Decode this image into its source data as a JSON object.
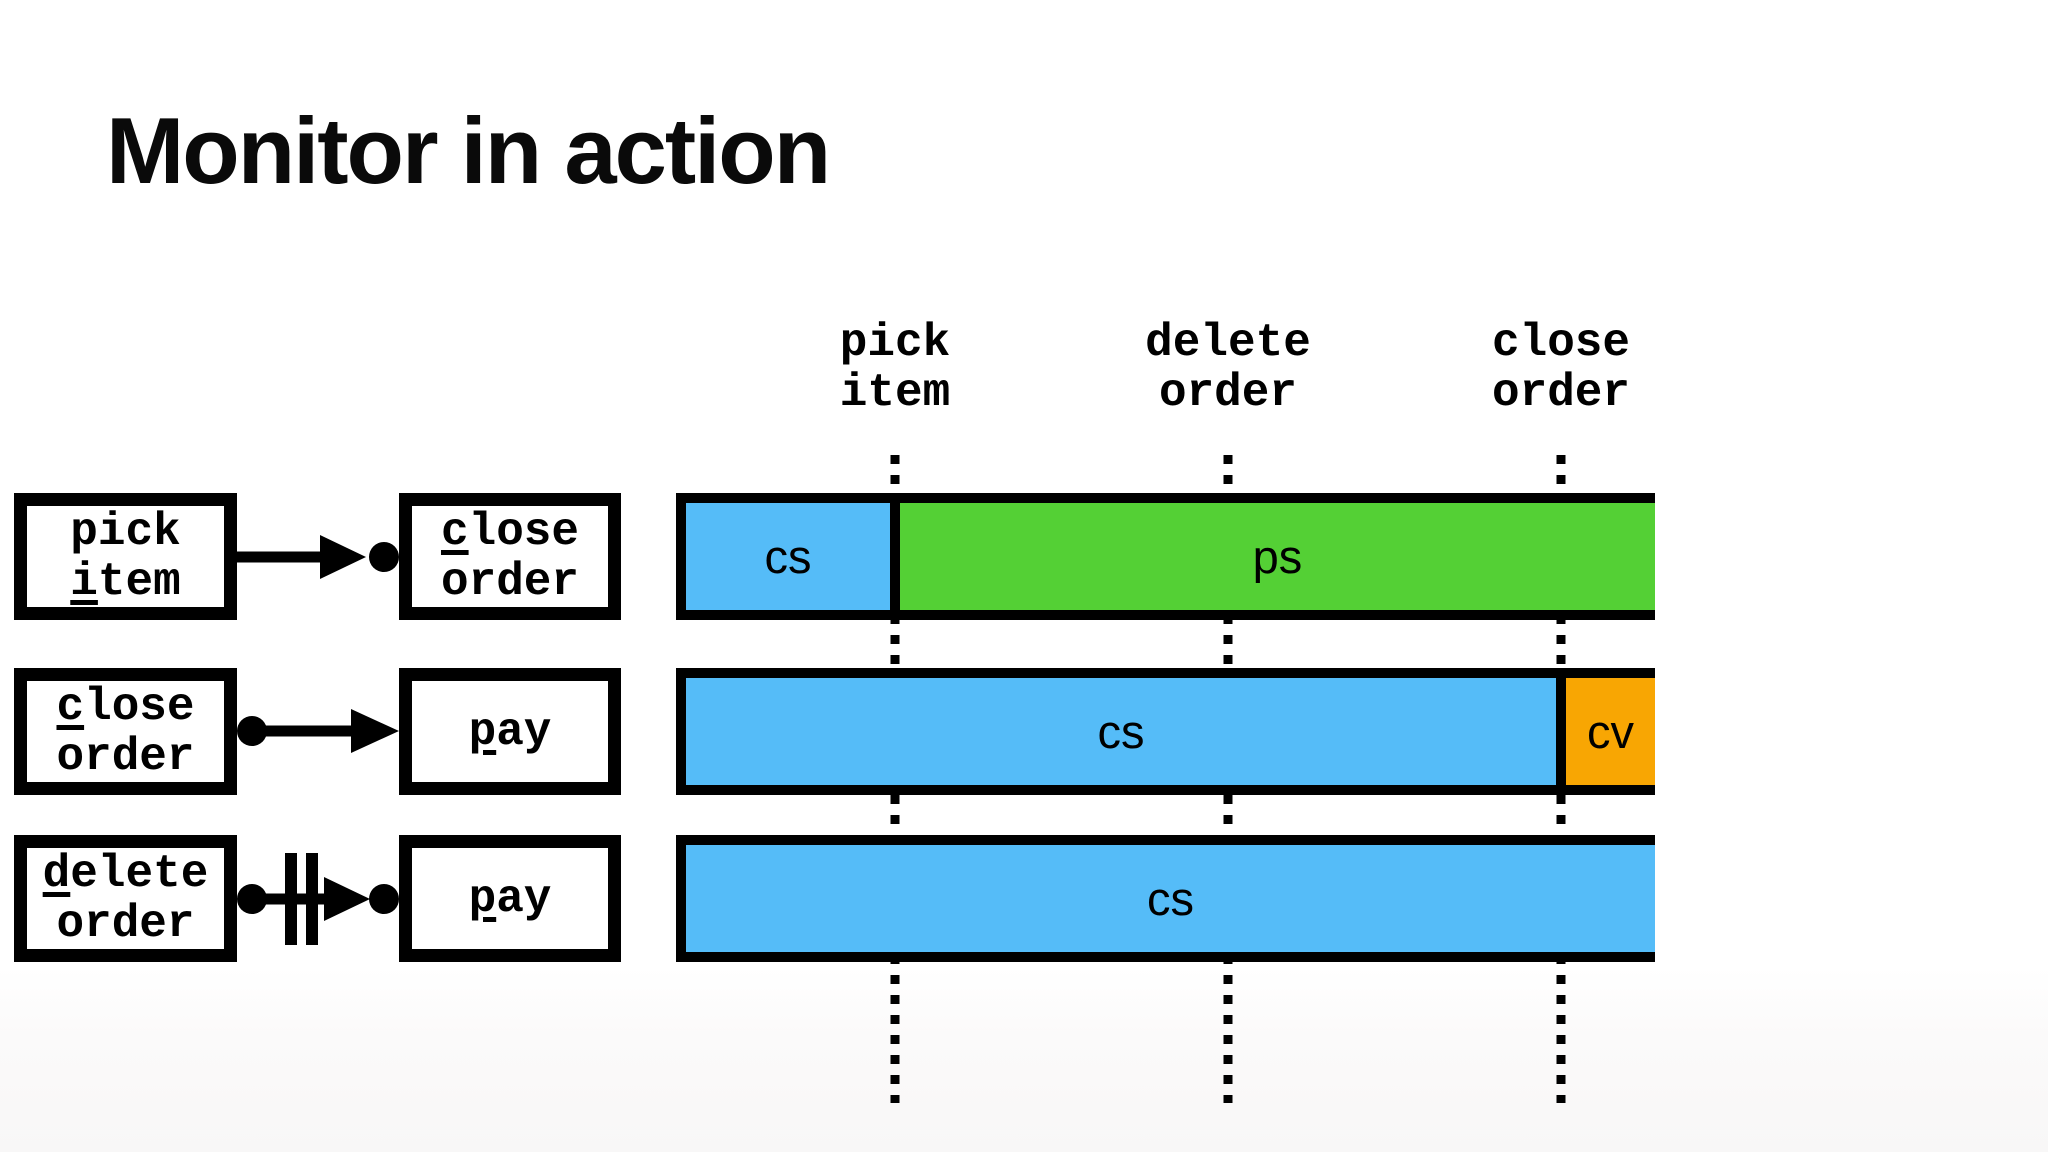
{
  "slide": {
    "title": "Monitor in action"
  },
  "palette": {
    "blue": "#55BCF8",
    "green": "#54D035",
    "orange": "#F8A603",
    "ink": "#000000",
    "paper": "#FFFFFF"
  },
  "rules": [
    {
      "source": {
        "line1": "pick",
        "line2": "item",
        "underlined_letter": "i"
      },
      "connector": {
        "kind": "enables-arrow",
        "dot": "target",
        "inhibited": false
      },
      "target": {
        "line1": "close",
        "line2": "order",
        "underlined_letter": "c"
      }
    },
    {
      "source": {
        "line1": "close",
        "line2": "order",
        "underlined_letter": "c"
      },
      "connector": {
        "kind": "enables-arrow",
        "dot": "source",
        "inhibited": false
      },
      "target": {
        "line1": "pay",
        "underlined_letter": "p"
      }
    },
    {
      "source": {
        "line1": "delete",
        "line2": "order",
        "underlined_letter": "d"
      },
      "connector": {
        "kind": "inhibits-arrow",
        "dot": "both",
        "inhibited": true
      },
      "target": {
        "line1": "pay",
        "underlined_letter": "p"
      }
    }
  ],
  "timeline": {
    "events": [
      {
        "line1": "pick",
        "line2": "item"
      },
      {
        "line1": "delete",
        "line2": "order"
      },
      {
        "line1": "close",
        "line2": "order"
      }
    ],
    "tracks": [
      {
        "segments": [
          {
            "label": "cs",
            "color": "blue",
            "span": "start to pick item"
          },
          {
            "label": "ps",
            "color": "green",
            "span": "pick item to end"
          }
        ]
      },
      {
        "segments": [
          {
            "label": "cs",
            "color": "blue",
            "span": "start to close order"
          },
          {
            "label": "cv",
            "color": "orange",
            "span": "close order to end"
          }
        ]
      },
      {
        "segments": [
          {
            "label": "cs",
            "color": "blue",
            "span": "start to end"
          }
        ]
      }
    ]
  }
}
